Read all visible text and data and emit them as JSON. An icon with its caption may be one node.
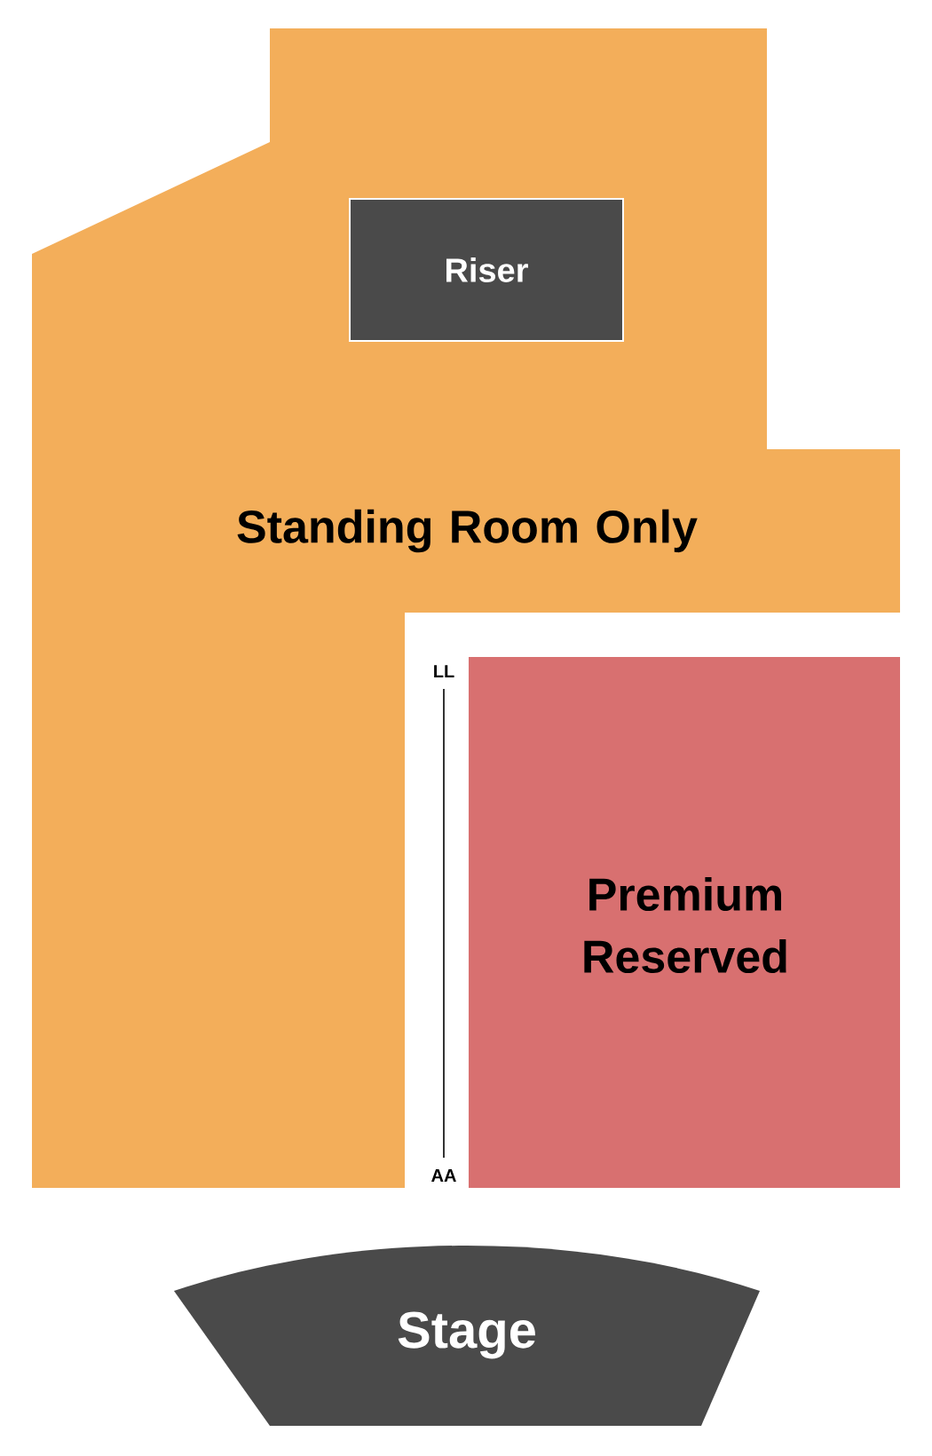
{
  "diagram": {
    "nodes": [
      {
        "text": [
          "Standing Room Only"
        ]
      },
      {
        "text": [
          "Riser"
        ],
        "in": 0
      },
      {
        "text": [
          "Premium Reserved"
        ],
        "beside": [
          "LL",
          "AA"
        ]
      },
      {
        "text": [
          "Stage"
        ]
      }
    ]
  }
}
